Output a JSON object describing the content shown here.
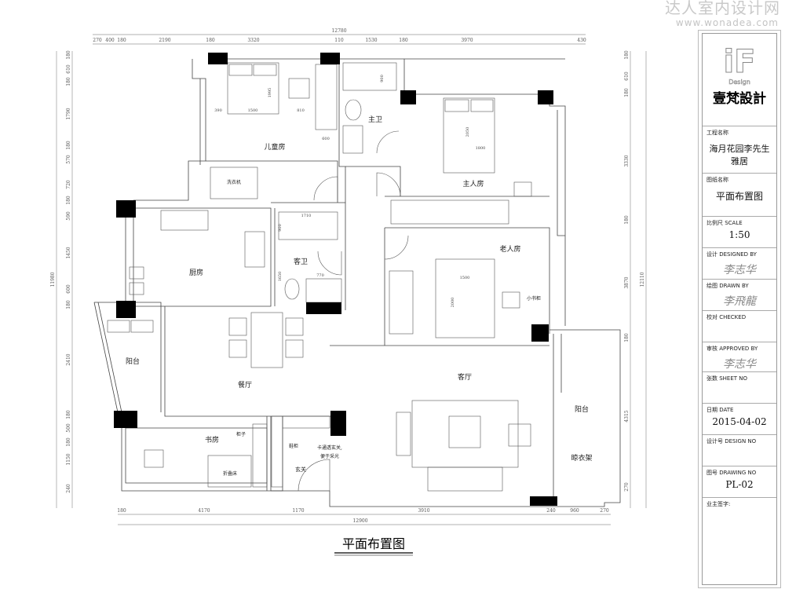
{
  "watermark": {
    "site_cn": "达人室内设计网",
    "site_url": "www.wonadea.com"
  },
  "drawing_title": "平面布置图",
  "rooms": {
    "children_room": "儿童房",
    "master_bath": "主卫",
    "master_bedroom": "主人房",
    "kitchen": "厨房",
    "guest_bath": "客卫",
    "elder_room": "老人房",
    "small_bookcase": "小书柜",
    "balcony_left": "阳台",
    "dining": "餐厅",
    "living": "客厅",
    "balcony_right": "阳台",
    "drying_rack": "晾衣架",
    "study": "书房",
    "cabinet": "柜子",
    "folding_bed": "折叠床",
    "shoe_cabinet": "鞋柜",
    "entrance": "玄关",
    "note_line1": "卡通透玄关,",
    "note_line2": "便于采光",
    "washer": "洗衣机"
  },
  "dimensions": {
    "top_total": "12780",
    "top": [
      "270",
      "400",
      "180",
      "2190",
      "180",
      "3320",
      "110",
      "1530",
      "180",
      "3970",
      "430"
    ],
    "bottom_total": "12900",
    "bottom": [
      "180",
      "4170",
      "1170",
      "3910",
      "240",
      "960",
      "270"
    ],
    "left_total": "11980",
    "left": [
      "180",
      "610",
      "180",
      "1790",
      "180",
      "570",
      "720",
      "180",
      "590",
      "1450",
      "600",
      "180",
      "2410",
      "180",
      "500",
      "180",
      "1150",
      "240"
    ],
    "right_total": "12110",
    "right": [
      "180",
      "610",
      "180",
      "3330",
      "180",
      "3870",
      "180",
      "4315",
      "270"
    ],
    "inner": {
      "child_bed_w": "1500",
      "child_bed_l": "1995",
      "child_left": "390",
      "child_right": "810",
      "child_wardrobe": "600",
      "bath_900": "900",
      "master_bed_w": "1800",
      "master_bed_l": "2050",
      "guest_w": "1710",
      "guest_900": "900",
      "guest_1650": "1650",
      "guest_770": "770",
      "elder_bed_w": "1500",
      "elder_bed_l": "2000"
    }
  },
  "title_block": {
    "logo_mark": "iF",
    "logo_sub": "Design",
    "company": "壹梵設計",
    "project_label": "工程名称",
    "project_value": "海月花园李先生雅居",
    "drawing_name_label": "图纸名称",
    "drawing_name_value": "平面布置图",
    "scale_label": "比例尺 SCALE",
    "scale_value": "1:50",
    "designed_label": "设计 DESIGNED BY",
    "designed_sig": "李志华",
    "drawn_label": "绘图 DRAWN BY",
    "drawn_sig": "李飛龍",
    "checked_label": "校对 CHECKED",
    "approved_label": "审核 APPROVED BY",
    "approved_sig": "李志华",
    "sheet_label": "张数 SHEET NO",
    "date_label": "日期 DATE",
    "date_value": "2015-04-02",
    "design_no_label": "设计号 DESIGN NO",
    "drawing_no_label": "图号 DRAWING NO",
    "drawing_no_value": "PL-02",
    "owner_sign_label": "业主签字:"
  }
}
